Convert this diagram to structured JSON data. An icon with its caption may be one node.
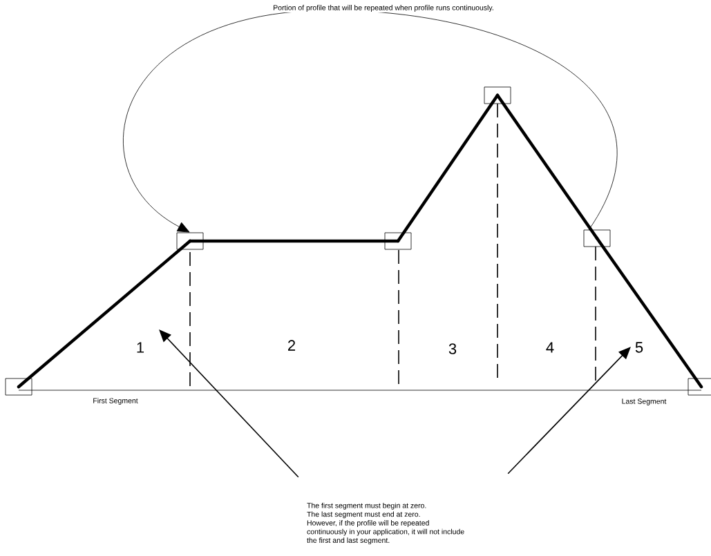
{
  "diagram": {
    "nodes": [
      {
        "text": [],
        "shape": "box"
      },
      {
        "text": [],
        "shape": "box"
      },
      {
        "text": [],
        "shape": "box"
      },
      {
        "text": [],
        "shape": "box"
      },
      {
        "text": [],
        "shape": "box"
      },
      {
        "text": [],
        "shape": "box"
      },
      {
        "text": [
          "The first segment must begin at zero.",
          "The last segment must end at zero.",
          "However, if the profile will be repeated continuously in your application, it will not include the first and last segment."
        ]
      }
    ],
    "edges": [
      {
        "from": 0,
        "to": 1,
        "arrow": "none"
      },
      {
        "from": 1,
        "to": 2,
        "arrow": "none"
      },
      {
        "from": 2,
        "to": 3,
        "arrow": "none"
      },
      {
        "from": 3,
        "to": 4,
        "arrow": "none"
      },
      {
        "from": 4,
        "to": 5,
        "arrow": "none"
      },
      {
        "from": 4,
        "to": 1,
        "arrow": "to",
        "label": "Portion of profile that will be repeated when profile runs continuously."
      },
      {
        "from": 6,
        "to": null,
        "arrow": "to"
      },
      {
        "from": 6,
        "to": null,
        "arrow": "to"
      }
    ],
    "labels": [
      "1",
      "2",
      "3",
      "4",
      "5",
      "First Segment",
      "Last Segment"
    ]
  }
}
